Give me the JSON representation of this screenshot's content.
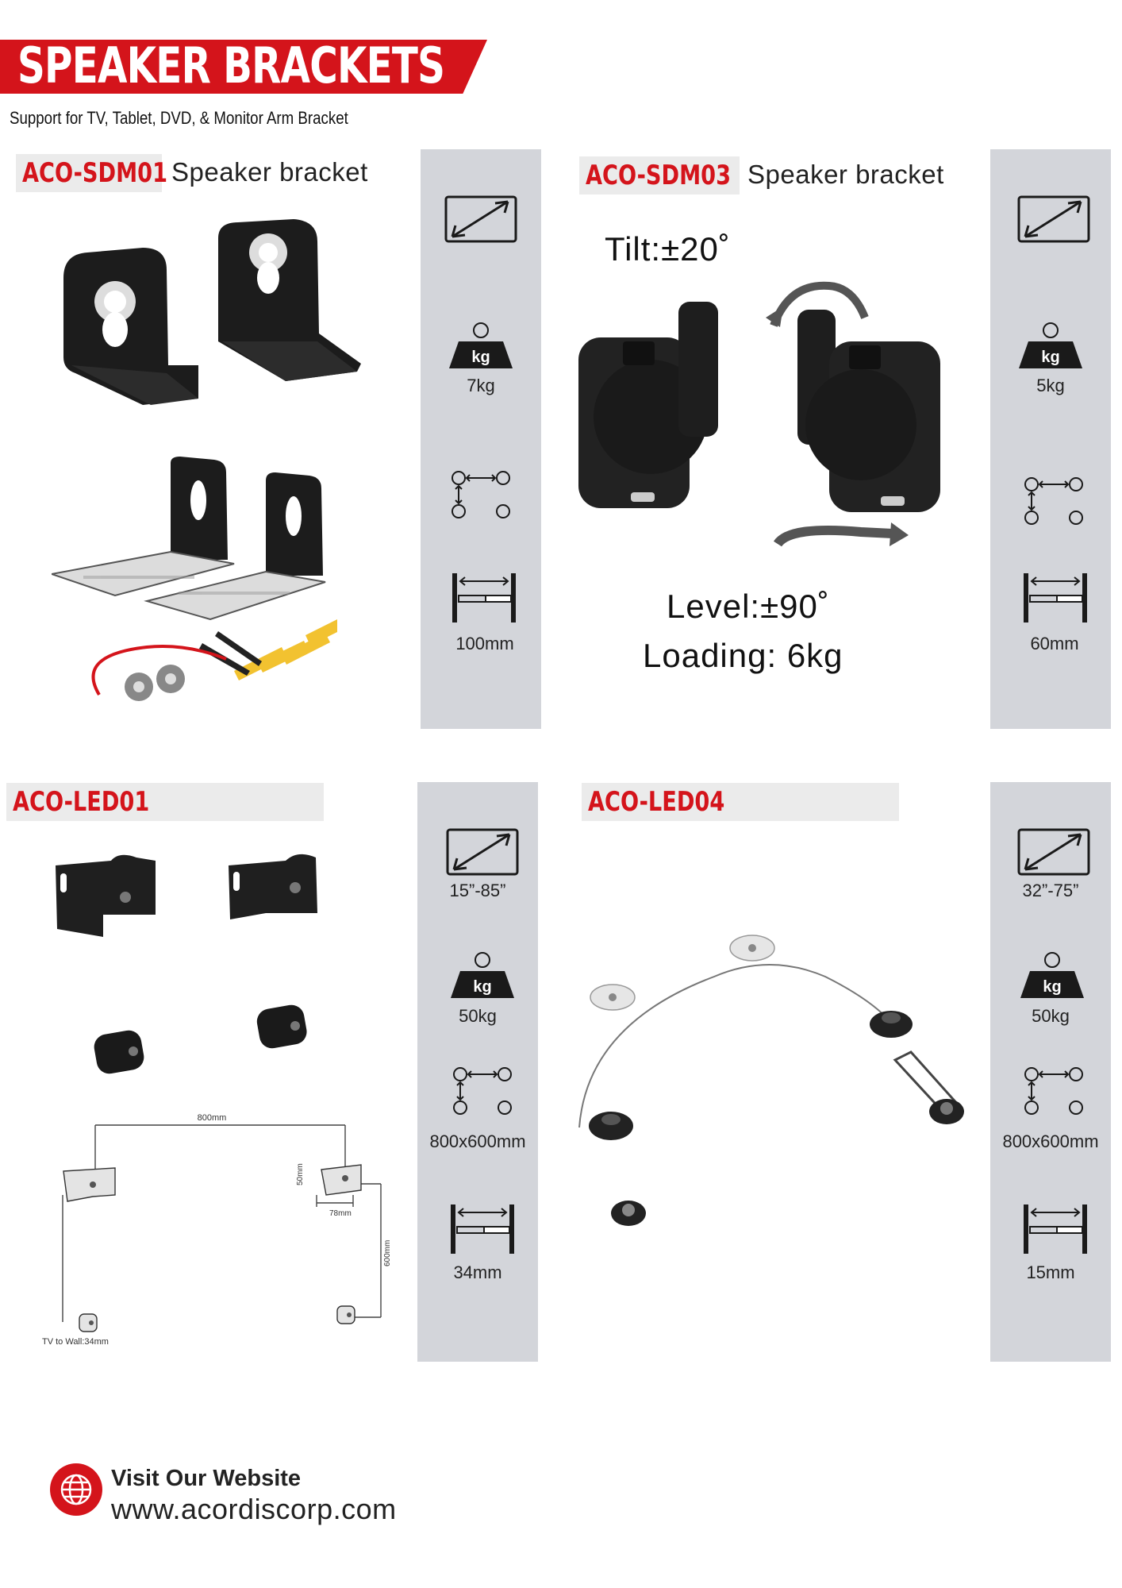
{
  "header": {
    "title": "SPEAKER BRACKETS",
    "subtitle": "Support for TV, Tablet, DVD, & Monitor Arm Bracket"
  },
  "products": [
    {
      "code": "ACO-SDM01",
      "name": "Speaker bracket",
      "specs": {
        "load": "7kg",
        "depth": "100mm"
      }
    },
    {
      "code": "ACO-SDM03",
      "name": "Speaker bracket",
      "tilt": "Tilt:±20˚",
      "level": "Level:±90˚",
      "loading": "Loading: 6kg",
      "specs": {
        "load": "5kg",
        "depth": "60mm"
      }
    },
    {
      "code": "ACO-LED01",
      "specs": {
        "screen": "15”-85”",
        "load": "50kg",
        "vesa": "800x600mm",
        "depth": "34mm"
      },
      "diagram": {
        "width": "800mm",
        "height": "600mm",
        "offset": "50mm",
        "spacing": "78mm",
        "wall": "TV to Wall:34mm"
      }
    },
    {
      "code": "ACO-LED04",
      "specs": {
        "screen": "32”-75”",
        "load": "50kg",
        "vesa": "800x600mm",
        "depth": "15mm"
      }
    }
  ],
  "icons": {
    "kg_label": "kg"
  },
  "footer": {
    "title": "Visit Our Website",
    "url": "www.acordiscorp.com"
  },
  "colors": {
    "brand_red": "#d4141b",
    "panel_gray": "#d3d5da",
    "code_bg": "#ebebeb"
  }
}
